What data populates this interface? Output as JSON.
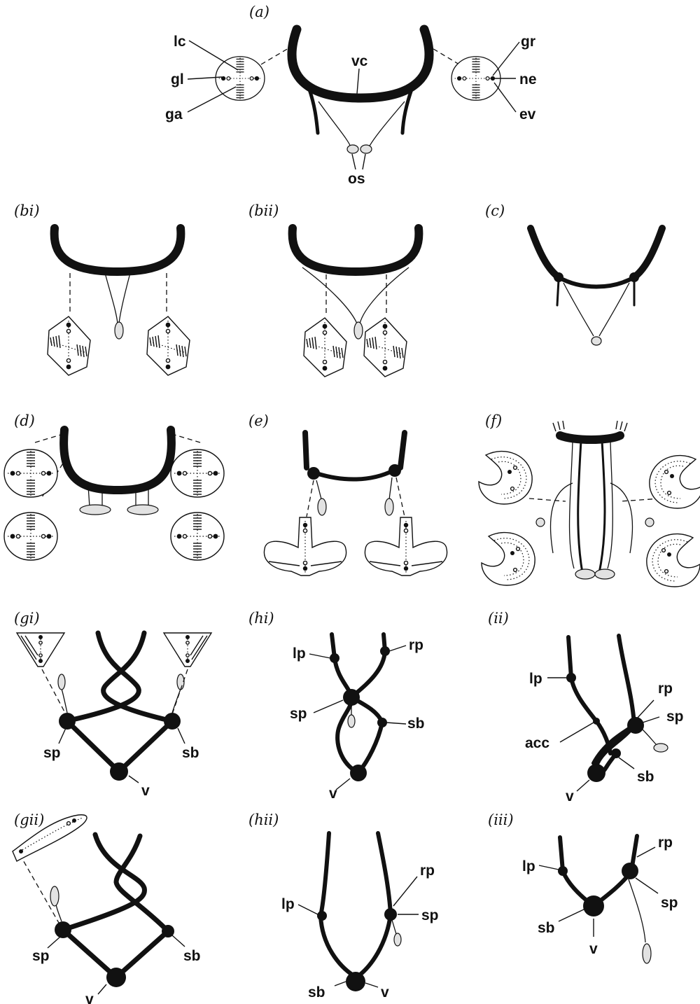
{
  "figure": {
    "panels": [
      {
        "id": "a",
        "caption": "(a)"
      },
      {
        "id": "bi",
        "caption": "(bi)"
      },
      {
        "id": "bii",
        "caption": "(bii)"
      },
      {
        "id": "c",
        "caption": "(c)"
      },
      {
        "id": "d",
        "caption": "(d)"
      },
      {
        "id": "e",
        "caption": "(e)"
      },
      {
        "id": "f",
        "caption": "(f)"
      },
      {
        "id": "gi",
        "caption": "(gi)"
      },
      {
        "id": "hi",
        "caption": "(hi)"
      },
      {
        "id": "ii",
        "caption": "(ii)"
      },
      {
        "id": "gii",
        "caption": "(gii)"
      },
      {
        "id": "hii",
        "caption": "(hii)"
      },
      {
        "id": "iii",
        "caption": "(iii)"
      }
    ],
    "labels": {
      "lc": "lc",
      "gl": "gl",
      "ga": "ga",
      "vc": "vc",
      "gr": "gr",
      "ne": "ne",
      "ev": "ev",
      "os": "os",
      "lp": "lp",
      "rp": "rp",
      "sp": "sp",
      "sb": "sb",
      "v": "v",
      "acc": "acc"
    }
  }
}
